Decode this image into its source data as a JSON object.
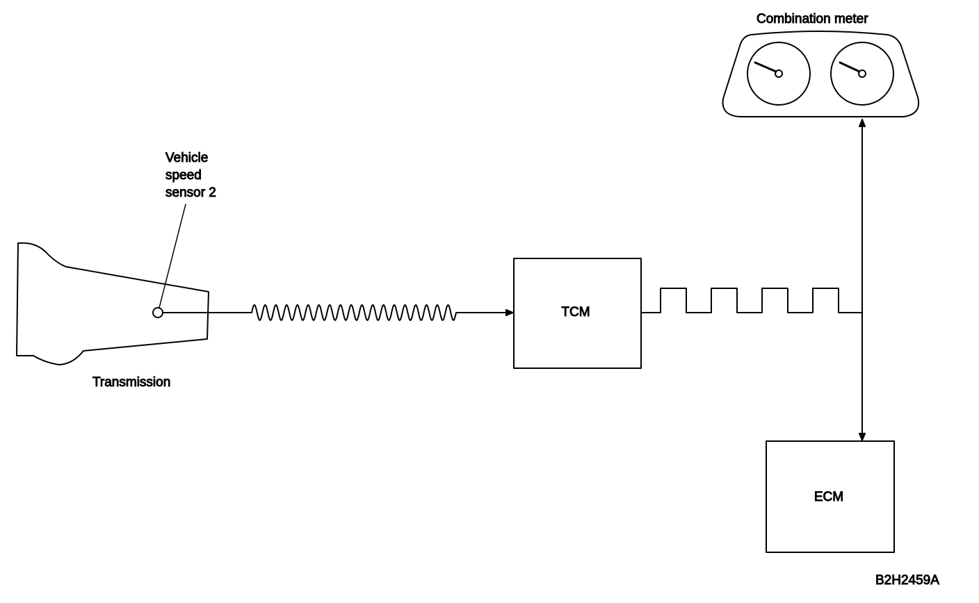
{
  "labels": {
    "combination_meter": "Combination meter",
    "sensor_line1": "Vehicle",
    "sensor_line2": "speed",
    "sensor_line3": "sensor 2",
    "transmission": "Transmission",
    "tcm": "TCM",
    "ecm": "ECM",
    "figure_code": "B2H2459A"
  },
  "colors": {
    "ink": "#000000",
    "background": "#ffffff"
  }
}
